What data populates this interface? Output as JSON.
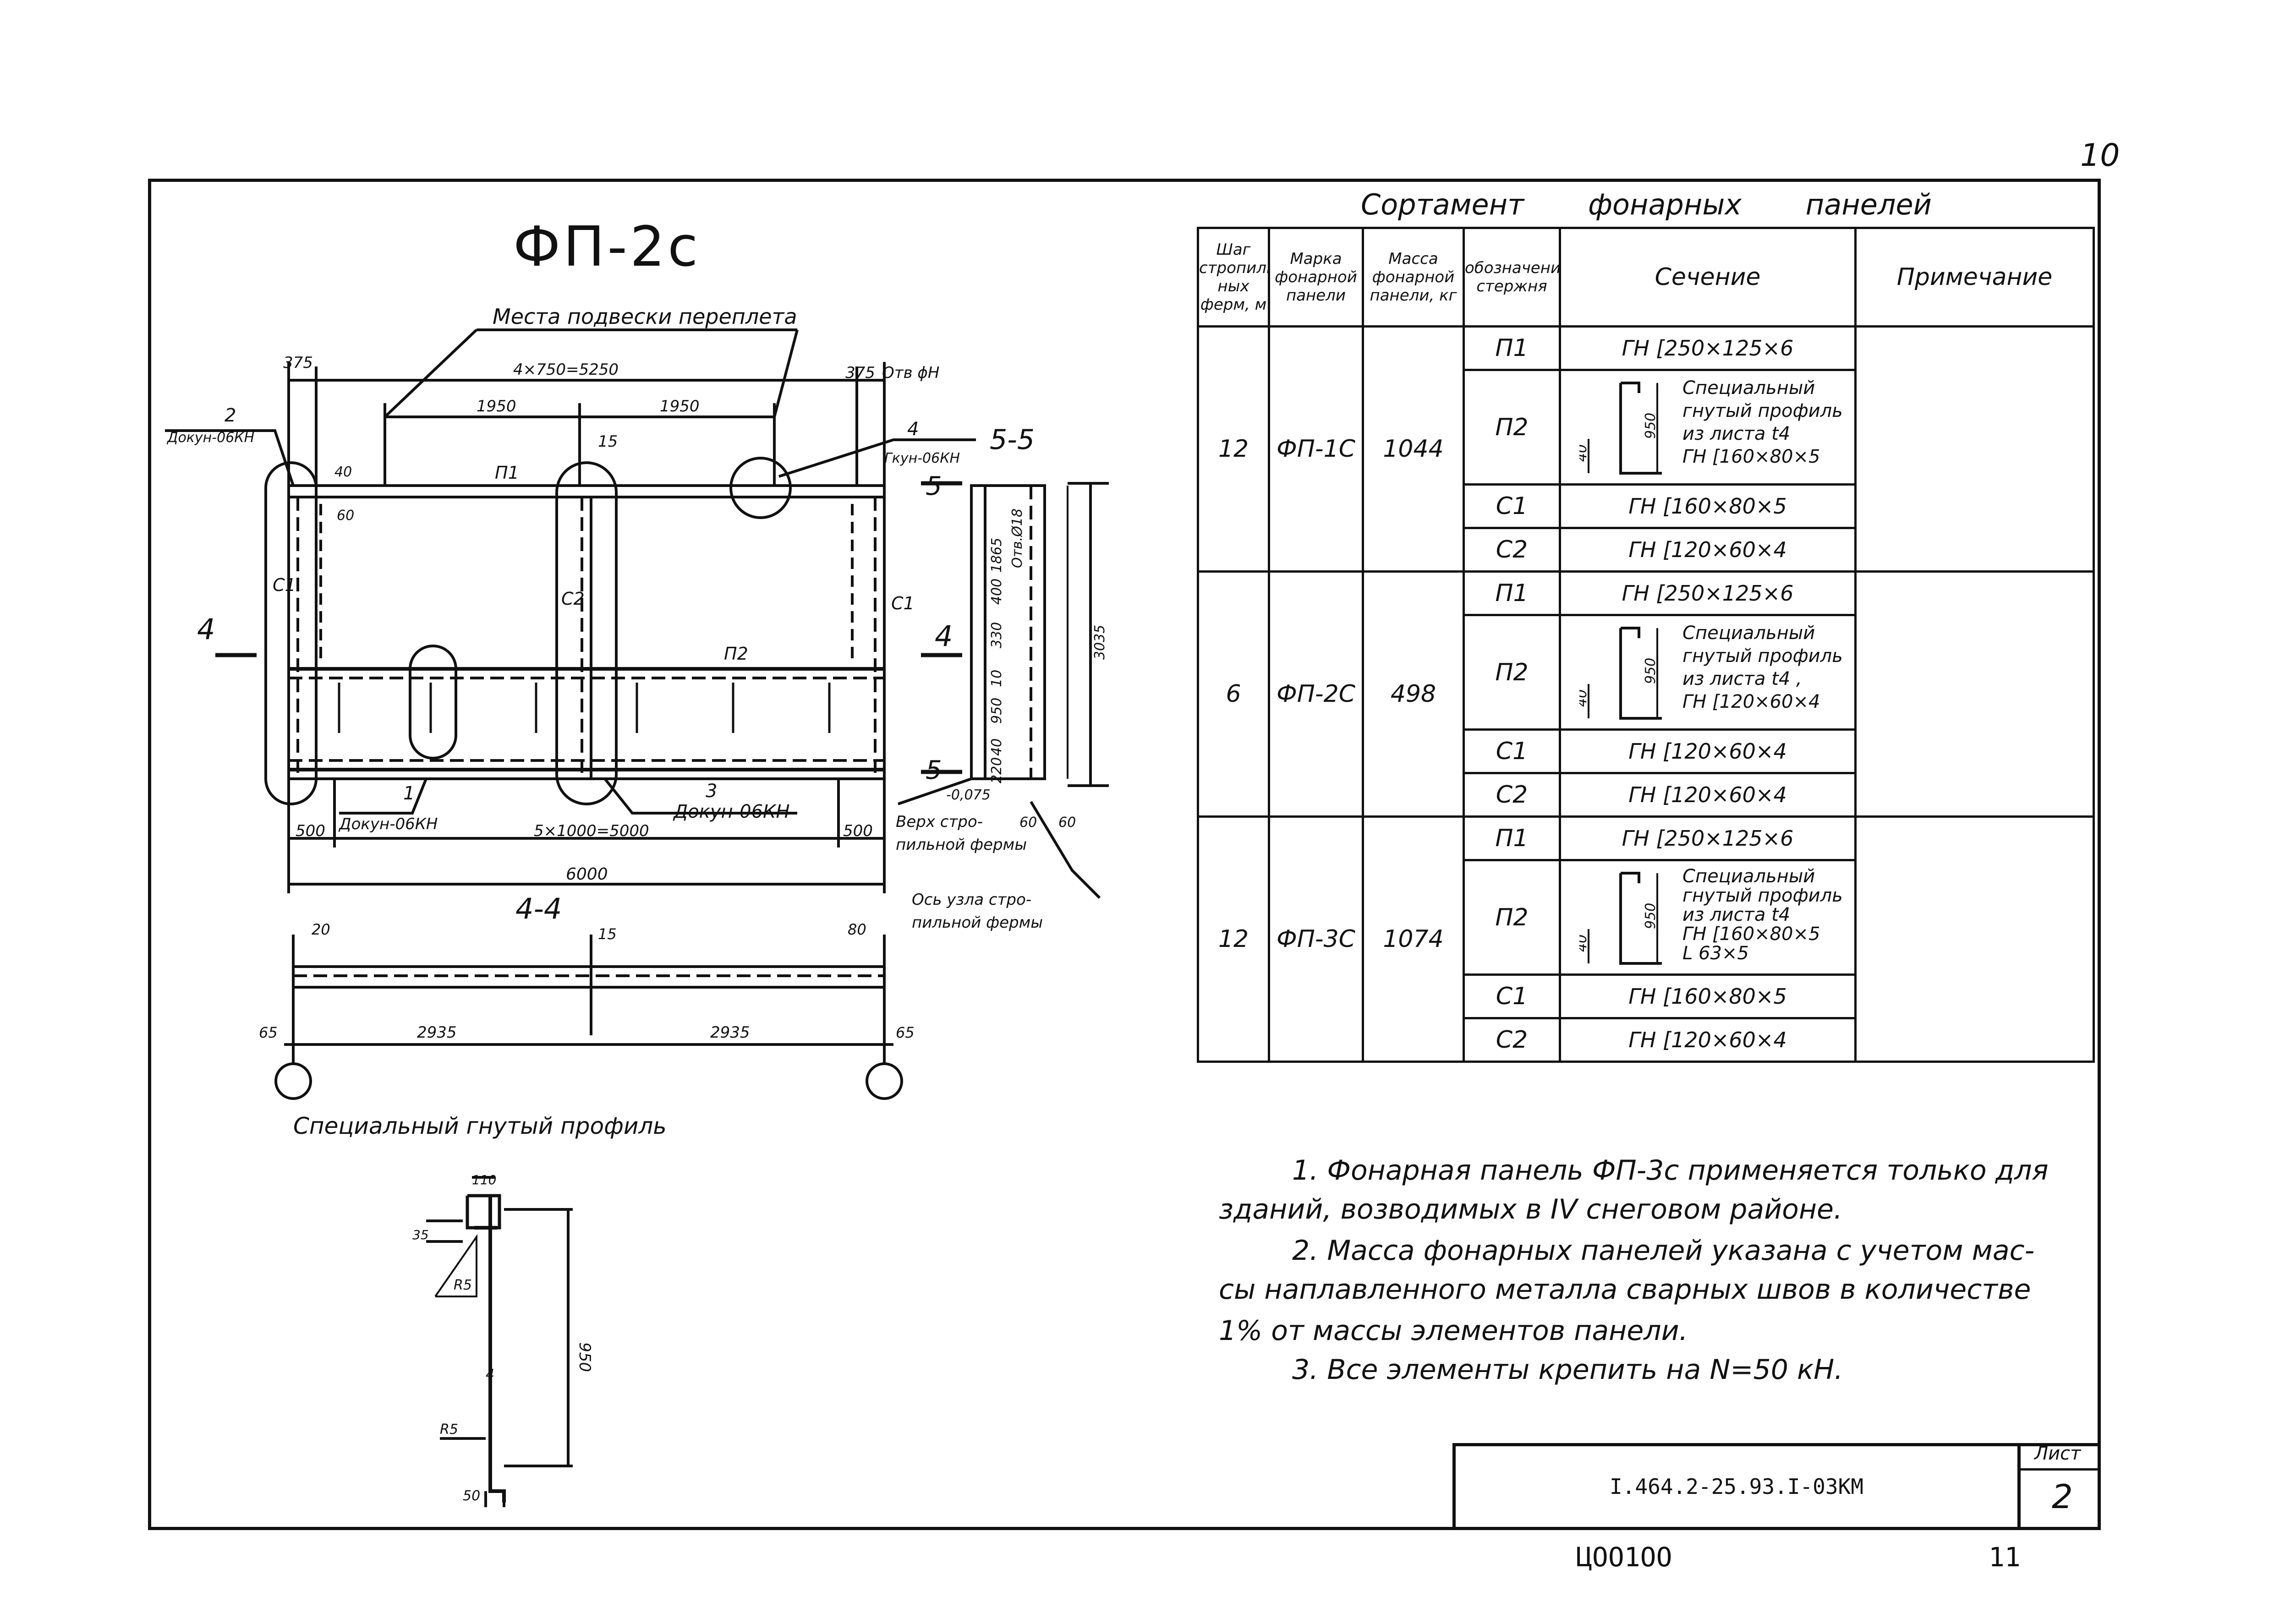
{
  "corner_number": "10",
  "title": "ФП-2с",
  "drawing": {
    "hanger_label": "Места подвески переплета",
    "dim_top_total": "4×750=5250",
    "dim_375_left": "375",
    "dim_375_right": "375",
    "hole_label": "Отв ϕН",
    "dim_1950_a": "1950",
    "dim_1950_b": "1950",
    "dim_15": "15",
    "dim_40": "40",
    "dim_60": "60",
    "mark_2": "2",
    "mark_2_text": "Докун-06КН",
    "mark_4": "4",
    "mark_4_text": "Гкун-06КН",
    "lbl_p1": "П1",
    "lbl_p2": "П2",
    "lbl_c1_left": "С1",
    "lbl_c2": "С2",
    "lbl_c1_right": "С1",
    "cut_4_left": "4",
    "cut_4_right": "4",
    "cut_5_top": "5",
    "cut_5_bottom": "5",
    "section_55": "5-5",
    "mark_1": "1",
    "mark_1_text": "Докун-06КН",
    "mark_3": "3",
    "mark_3_text": "Докун-06КН",
    "dim_500_left": "500",
    "dim_bottom": "5×1000=5000",
    "dim_500_right": "500",
    "dim_6000": "6000",
    "s55_1865": "1865",
    "s55_hole": "Отв.Ø18",
    "s55_400": "400",
    "s55_330": "330",
    "s55_10": "10",
    "s55_950": "950",
    "s55_40": "40",
    "s55_220": "220",
    "s55_3035": "3035",
    "s55_level": "-0,075",
    "s55_60a": "60",
    "s55_60b": "60",
    "truss_top_1": "Верх стро-",
    "truss_top_2": "пильной фермы",
    "truss_axis_1": "Ось узла стро-",
    "truss_axis_2": "пильной фермы",
    "section_44": "4-4",
    "s44_20": "20",
    "s44_15": "15",
    "s44_80": "80",
    "s44_65_left": "65",
    "s44_2935_a": "2935",
    "s44_2935_b": "2935",
    "s44_65_right": "65",
    "profile_title": "Специальный гнутый профиль",
    "prof_110": "110",
    "prof_35": "35",
    "prof_r5_top": "R5",
    "prof_950": "950",
    "prof_4": "4",
    "prof_r5_bottom": "R5",
    "prof_50": "50"
  },
  "table": {
    "caption": "Сортамент фонарных панелей",
    "headers": {
      "step": "Шаг стропиль-ных ферм, м",
      "mark": "Марка фонарной панели",
      "mass": "Масса фонарной панели, кг",
      "rod": "обозначение стержня",
      "section": "Сечение",
      "note": "Примечание"
    },
    "groups": [
      {
        "step": "12",
        "mark": "ФП-1С",
        "mass": "1044",
        "rows": [
          {
            "rod": "П1",
            "section": "ГН [250×125×6"
          },
          {
            "rod": "П2",
            "p2_dim_a": "40",
            "p2_dim_b": "950",
            "lines": [
              "Специальный",
              "гнутый профиль",
              "из листа  t4",
              "ГН [160×80×5"
            ]
          },
          {
            "rod": "С1",
            "section": "ГН [160×80×5"
          },
          {
            "rod": "С2",
            "section": "ГН [120×60×4"
          }
        ]
      },
      {
        "step": "6",
        "mark": "ФП-2С",
        "mass": "498",
        "rows": [
          {
            "rod": "П1",
            "section": "ГН [250×125×6"
          },
          {
            "rod": "П2",
            "p2_dim_a": "40",
            "p2_dim_b": "950",
            "lines": [
              "Специальный",
              "гнутый профиль",
              "из листа  t4 ,",
              "ГН [120×60×4"
            ]
          },
          {
            "rod": "С1",
            "section": "ГН [120×60×4"
          },
          {
            "rod": "С2",
            "section": "ГН [120×60×4"
          }
        ]
      },
      {
        "step": "12",
        "mark": "ФП-3С",
        "mass": "1074",
        "rows": [
          {
            "rod": "П1",
            "section": "ГН [250×125×6"
          },
          {
            "rod": "П2",
            "p2_dim_a": "40",
            "p2_dim_b": "950",
            "lines": [
              "Специальный",
              "гнутый профиль",
              "из листа  t4",
              "ГН [160×80×5",
              "L 63×5"
            ]
          },
          {
            "rod": "С1",
            "section": "ГН [160×80×5"
          },
          {
            "rod": "С2",
            "section": "ГН [120×60×4"
          }
        ]
      }
    ]
  },
  "notes": [
    "1. Фонарная панель ФП-3с применяется только для",
    "зданий, возводимых в IV снеговом районе.",
    "2. Масса фонарных панелей указана с учетом мас-",
    "сы наплавленного металла сварных швов в количестве",
    "1% от массы элементов панели.",
    "3. Все элементы крепить на N=50 кН."
  ],
  "stamp": {
    "code": "I.464.2-25.93.I-03КМ",
    "sheet_label": "Лист",
    "sheet_number": "2"
  },
  "archive_code": "ЦОО1ОО",
  "page_number": "11"
}
